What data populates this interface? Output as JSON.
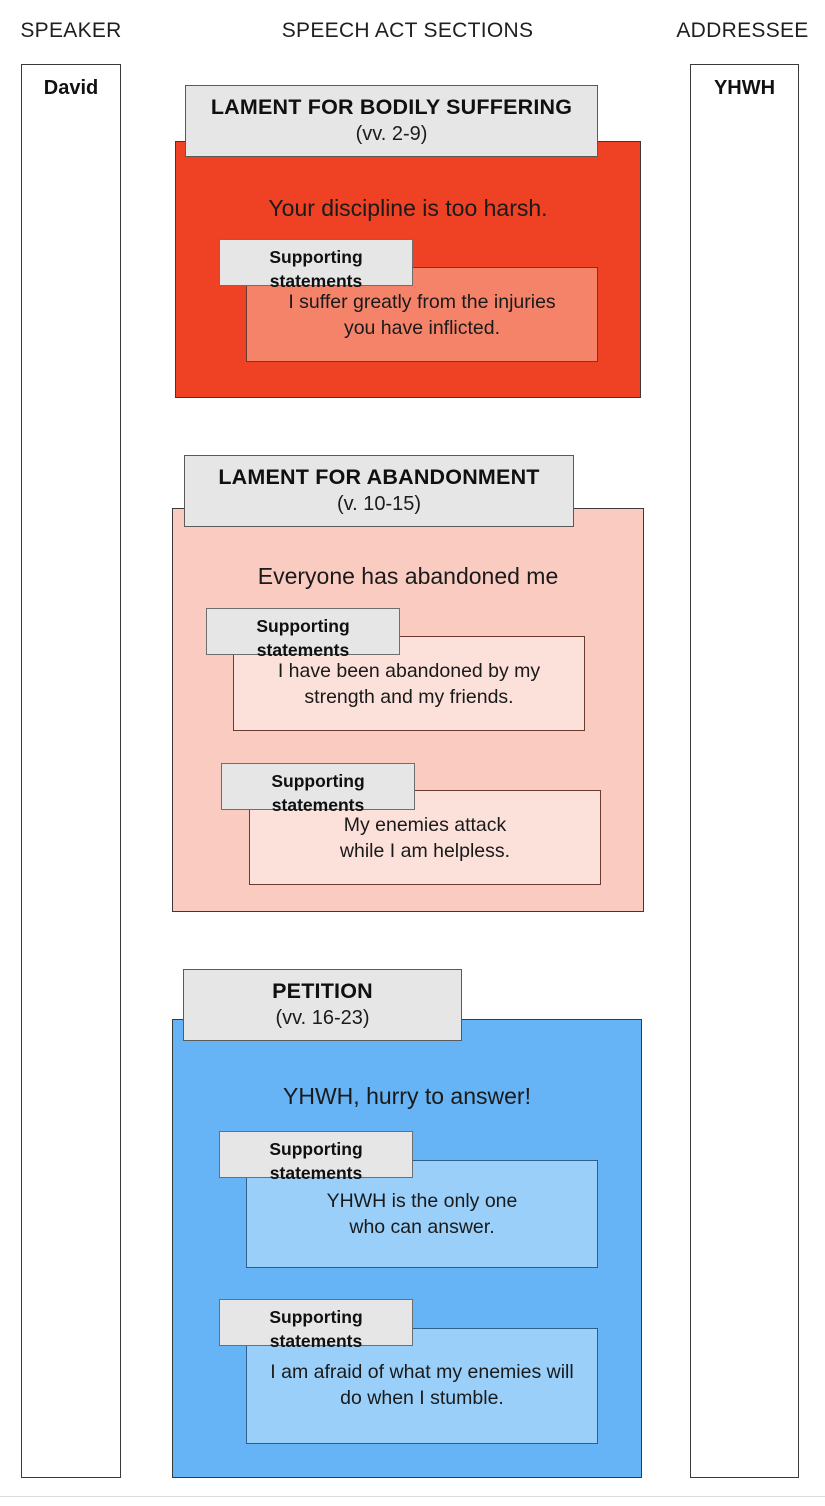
{
  "headings": {
    "speaker": "SPEAKER",
    "sections": "SPEECH ACT SECTIONS",
    "addressee": "ADDRESSEE"
  },
  "participants": {
    "speaker": "David",
    "addressee": "YHWH"
  },
  "support_tab_label": {
    "line1": "Supporting",
    "line2": "statements"
  },
  "colors": {
    "section1_body": "#EF4123",
    "section1_support": "#F5836A",
    "section2_body": "#FACBC0",
    "section2_support": "#FCE0DA",
    "section3_body": "#66B3F5",
    "section3_support": "#9ACFF9",
    "header_tab": "#E6E6E6",
    "outline": "#3A3A3A"
  },
  "sections": [
    {
      "id": "lament-bodily-suffering",
      "title": "LAMENT FOR BODILY SUFFERING",
      "verses": "(vv. 2-9)",
      "claim": "Your discipline is too harsh.",
      "supports": [
        {
          "line1": "I suffer greatly from the injuries",
          "line2": "you have inflicted."
        }
      ]
    },
    {
      "id": "lament-abandonment",
      "title": "LAMENT FOR ABANDONMENT",
      "verses": "(v. 10-15)",
      "claim": "Everyone has abandoned me",
      "supports": [
        {
          "line1": "I have been abandoned by my",
          "line2": "strength and my friends."
        },
        {
          "line1": "My enemies attack",
          "line2": "while I am helpless."
        }
      ]
    },
    {
      "id": "petition",
      "title": "PETITION",
      "verses": "(vv. 16-23)",
      "claim": "YHWH, hurry to answer!",
      "supports": [
        {
          "line1": "YHWH is the only one",
          "line2": "who can answer."
        },
        {
          "line1": "I am afraid of what my enemies will",
          "line2": "do when I stumble."
        }
      ]
    }
  ]
}
